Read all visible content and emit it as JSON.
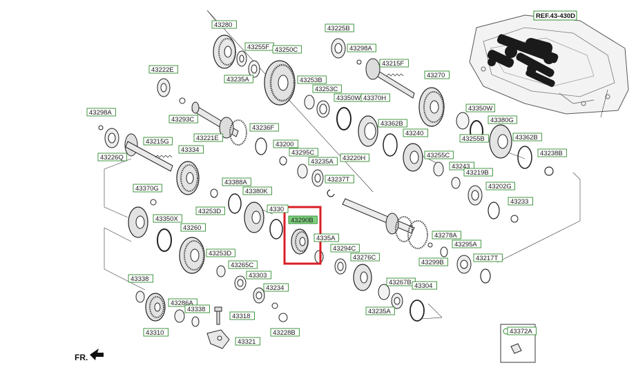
{
  "title": "",
  "ref_label": "REF.43-430D",
  "front_label": "FR.",
  "highlight_color": "#d81e25",
  "label_box_color": "#2e8b2e",
  "label_fill_highlighted": "#7fd07f",
  "parts": [
    {
      "id": "p43280",
      "text": "43280"
    },
    {
      "id": "p43255F",
      "text": "43255F"
    },
    {
      "id": "p43250C",
      "text": "43250C"
    },
    {
      "id": "p43235A_a",
      "text": "43235A"
    },
    {
      "id": "p43225B",
      "text": "43225B"
    },
    {
      "id": "p43298A_a",
      "text": "43298A"
    },
    {
      "id": "p43215F",
      "text": "43215F"
    },
    {
      "id": "p43270",
      "text": "43270"
    },
    {
      "id": "p43222E",
      "text": "43222E"
    },
    {
      "id": "p43253B",
      "text": "43253B"
    },
    {
      "id": "p43253C",
      "text": "43253C"
    },
    {
      "id": "p43350W_a",
      "text": "43350W"
    },
    {
      "id": "p43370H",
      "text": "43370H"
    },
    {
      "id": "p43350W_b",
      "text": "43350W"
    },
    {
      "id": "p43298A_b",
      "text": "43298A"
    },
    {
      "id": "p43293C",
      "text": "43293C"
    },
    {
      "id": "p43236F",
      "text": "43236F"
    },
    {
      "id": "p43221E",
      "text": "43221E"
    },
    {
      "id": "p43362B_a",
      "text": "43362B"
    },
    {
      "id": "p43380G",
      "text": "43380G"
    },
    {
      "id": "p43215G",
      "text": "43215G"
    },
    {
      "id": "p43240",
      "text": "43240"
    },
    {
      "id": "p43255B",
      "text": "43255B"
    },
    {
      "id": "p43362B_b",
      "text": "43362B"
    },
    {
      "id": "p43226Q",
      "text": "43226Q"
    },
    {
      "id": "p43200",
      "text": "43200"
    },
    {
      "id": "p43295C",
      "text": "43295C"
    },
    {
      "id": "p43334",
      "text": "43334"
    },
    {
      "id": "p43235A_b",
      "text": "43235A"
    },
    {
      "id": "p43220H",
      "text": "43220H"
    },
    {
      "id": "p43255C",
      "text": "43255C"
    },
    {
      "id": "p43238B",
      "text": "43238B"
    },
    {
      "id": "p43243",
      "text": "43243"
    },
    {
      "id": "p43219B",
      "text": "43219B"
    },
    {
      "id": "p43388A",
      "text": "43388A"
    },
    {
      "id": "p43237T",
      "text": "43237T"
    },
    {
      "id": "p43202G",
      "text": "43202G"
    },
    {
      "id": "p43370G",
      "text": "43370G"
    },
    {
      "id": "p43380K",
      "text": "43380K"
    },
    {
      "id": "p43253D_a",
      "text": "43253D"
    },
    {
      "id": "p43233",
      "text": "43233"
    },
    {
      "id": "p433xx",
      "text": "4330"
    },
    {
      "id": "p43290B",
      "text": "43290B"
    },
    {
      "id": "p43350X",
      "text": "43350X"
    },
    {
      "id": "p43260",
      "text": "43260"
    },
    {
      "id": "p43235A_c",
      "text": "4335A"
    },
    {
      "id": "p43278A",
      "text": "43278A"
    },
    {
      "id": "p43295A",
      "text": "43295A"
    },
    {
      "id": "p43294C",
      "text": "43294C"
    },
    {
      "id": "p43253D_b",
      "text": "43253D"
    },
    {
      "id": "p43276C",
      "text": "43276C"
    },
    {
      "id": "p43299B",
      "text": "43299B"
    },
    {
      "id": "p43217T",
      "text": "43217T"
    },
    {
      "id": "p43265C",
      "text": "43265C"
    },
    {
      "id": "p43338_a",
      "text": "43338"
    },
    {
      "id": "p43303",
      "text": "43303"
    },
    {
      "id": "p43267B",
      "text": "43267B"
    },
    {
      "id": "p43304",
      "text": "43304"
    },
    {
      "id": "p43234",
      "text": "43234"
    },
    {
      "id": "p43286A",
      "text": "43286A"
    },
    {
      "id": "p43338_b",
      "text": "43338"
    },
    {
      "id": "p43235A_d",
      "text": "43235A"
    },
    {
      "id": "p43318",
      "text": "43318"
    },
    {
      "id": "p43310",
      "text": "43310"
    },
    {
      "id": "p43228B",
      "text": "43228B"
    },
    {
      "id": "p43321",
      "text": "43321"
    },
    {
      "id": "p43372A",
      "text": "43372A"
    }
  ]
}
